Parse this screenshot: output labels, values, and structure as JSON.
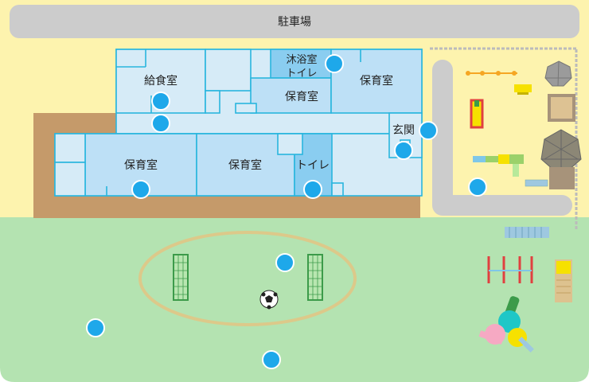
{
  "colors": {
    "yard": "#fdf3ae",
    "grass": "#b4e3b1",
    "dirt": "#c59a6a",
    "parking": "#cccccc",
    "path": "#cccccc",
    "floor": "#d6ebf7",
    "room": "#bde0f6",
    "room_dark": "#8acdf0",
    "wall": "#29b6de",
    "camera": "#1ea8ea",
    "field_line": "#dcc98a",
    "goal": "#3c9b4a"
  },
  "labels": {
    "parking": "駐車場",
    "kitchen": "給食室",
    "bath": "沐浴室",
    "bath_toilet": "トイレ",
    "nursery_tr": "保育室",
    "nursery_mid": "保育室",
    "entrance": "玄関",
    "nursery_left": "保育室",
    "nursery_center": "保育室",
    "toilet": "トイレ"
  },
  "cameras": [
    {
      "name": "camera-bath",
      "area": "沐浴室"
    },
    {
      "name": "camera-kitchen",
      "area": "給食室"
    },
    {
      "name": "camera-hall",
      "area": "廊下"
    },
    {
      "name": "camera-entrance-outside",
      "area": "玄関"
    },
    {
      "name": "camera-entrance-inside",
      "area": "玄関"
    },
    {
      "name": "camera-nursery-left",
      "area": "保育室"
    },
    {
      "name": "camera-toilet",
      "area": "トイレ"
    },
    {
      "name": "camera-playground-east",
      "area": "遊具"
    },
    {
      "name": "camera-field-center",
      "area": "園庭"
    },
    {
      "name": "camera-field-west",
      "area": "園庭"
    },
    {
      "name": "camera-field-south",
      "area": "園庭"
    }
  ],
  "icons": [
    "soccer-ball-icon",
    "soccer-goal-icon",
    "slide-icon",
    "swing-icon",
    "climbing-tower-icon",
    "sandbox-icon",
    "umbrella-icon",
    "bench-icon"
  ]
}
